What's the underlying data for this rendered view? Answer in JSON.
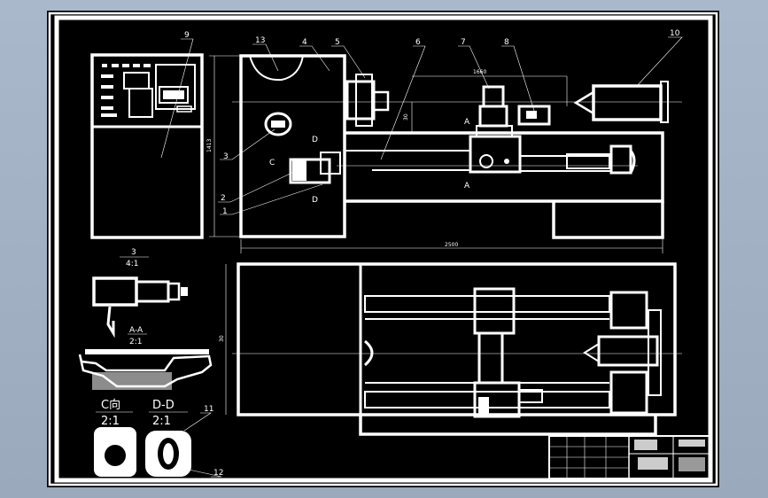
{
  "callouts": [
    "9",
    "13",
    "4",
    "5",
    "6",
    "7",
    "8",
    "10",
    "3",
    "2",
    "1",
    "11",
    "12"
  ],
  "section_marks": {
    "A_top": "A",
    "A_bottom": "A",
    "D_top": "D",
    "D_bottom": "D",
    "C": "C"
  },
  "dimensions": {
    "width_top": "1660",
    "total_length": "2500",
    "height_left": "1413",
    "dim_small": "30",
    "plan_height": "30"
  },
  "details": {
    "detail3_num": "3",
    "detail3_scale": "4:1",
    "sectionAA_title": "A-A",
    "sectionAA_scale": "2:1",
    "viewC_title": "C向",
    "viewC_scale": "2:1",
    "sectionDD_title": "D-D",
    "sectionDD_scale": "2:1"
  },
  "colors": {
    "background": "#000000",
    "lines": "#ffffff",
    "window": "#a4b3c6"
  }
}
